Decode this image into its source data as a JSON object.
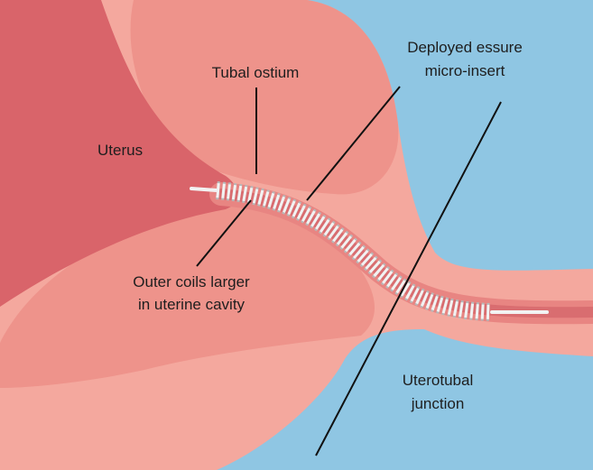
{
  "colors": {
    "background_fluid": "#8fc6e3",
    "outer_tissue": "#f4a89e",
    "uterus_lobe": "#ee938b",
    "cavity": "#d9646a",
    "tube_lumen": "#e07f7c",
    "coil": "#f2f2f2",
    "coil_shadow": "#b8b8b8",
    "leader_line": "#111111"
  },
  "labels": {
    "uterus": "Uterus",
    "tubal_ostium": "Tubal ostium",
    "deployed_insert_line1": "Deployed essure",
    "deployed_insert_line2": "micro-insert",
    "outer_coils_line1": "Outer coils larger",
    "outer_coils_line2": "in uterine cavity",
    "uterotubal_line1": "Uterotubal",
    "uterotubal_line2": "junction"
  },
  "icons": {
    "micro_insert": "coiled-spring-icon"
  }
}
